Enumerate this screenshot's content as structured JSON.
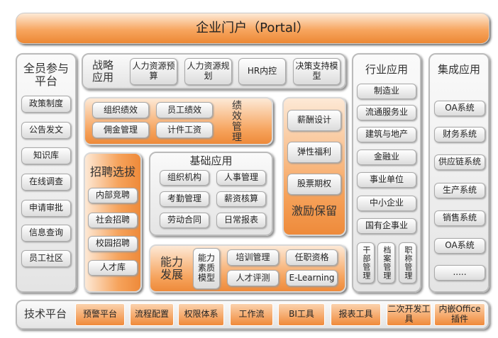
{
  "portal": {
    "title": "企业门户（Portal）"
  },
  "participation": {
    "title": "全员参与平台",
    "items": [
      "政策制度",
      "公告发文",
      "知识库",
      "在线调查",
      "申请审批",
      "信息查询",
      "员工社区"
    ]
  },
  "strategy": {
    "title": "战略应用",
    "items": [
      "人力资源预算",
      "人力资源规划",
      "HR内控",
      "决策支持模型"
    ]
  },
  "performance": {
    "title": "绩效管理",
    "items": [
      "组织绩效",
      "员工绩效",
      "佣金管理",
      "计件工资"
    ]
  },
  "incentive": {
    "title": "激励保留",
    "items": [
      "薪酬设计",
      "弹性福利",
      "股票期权"
    ]
  },
  "recruitment": {
    "title": "招聘选拔",
    "items": [
      "内部竞聘",
      "社会招聘",
      "校园招聘",
      "人才库"
    ]
  },
  "basic": {
    "title": "基础应用",
    "items": [
      "组织机构",
      "人事管理",
      "考勤管理",
      "薪资核算",
      "劳动合同",
      "日常报表"
    ]
  },
  "ability": {
    "title": "能力发展",
    "model": "能力素质模型",
    "items": [
      "培训管理",
      "任职资格",
      "人才评测",
      "E-Learning"
    ]
  },
  "industry": {
    "title": "行业应用",
    "items": [
      "制造业",
      "流通服务业",
      "建筑与地产",
      "金融业",
      "事业单位",
      "中小企业",
      "国有企事业"
    ],
    "vertical_items": [
      "干部管理",
      "档案管理",
      "职称管理"
    ]
  },
  "integration": {
    "title": "集成应用",
    "items": [
      "OA系统",
      "财务系统",
      "供应链系统",
      "生产系统",
      "销售系统",
      "OA系统",
      "....."
    ]
  },
  "tech": {
    "title": "技术平台",
    "items": [
      "预警平台",
      "流程配置",
      "权限体系",
      "工作流",
      "BI工具",
      "报表工具",
      "二次开发工具",
      "内嵌Office插件"
    ]
  }
}
